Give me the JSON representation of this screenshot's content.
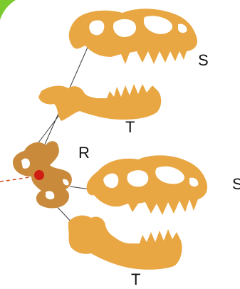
{
  "colors": {
    "bone": "#E9A744",
    "bone_dark": "#C98A3C",
    "connector": "#3a3a3a",
    "highlight": "#D01E12",
    "trail": "#D64A1C",
    "corner_accent": "#7CCB2E"
  },
  "labels": {
    "s_top": "S",
    "t_top": "T",
    "r": "R",
    "s_mid": "S",
    "t_bottom": "T"
  },
  "shapes": [
    "skull-top",
    "jaw-top",
    "root-puzzle-piece",
    "skull-middle",
    "jaw-bottom"
  ]
}
